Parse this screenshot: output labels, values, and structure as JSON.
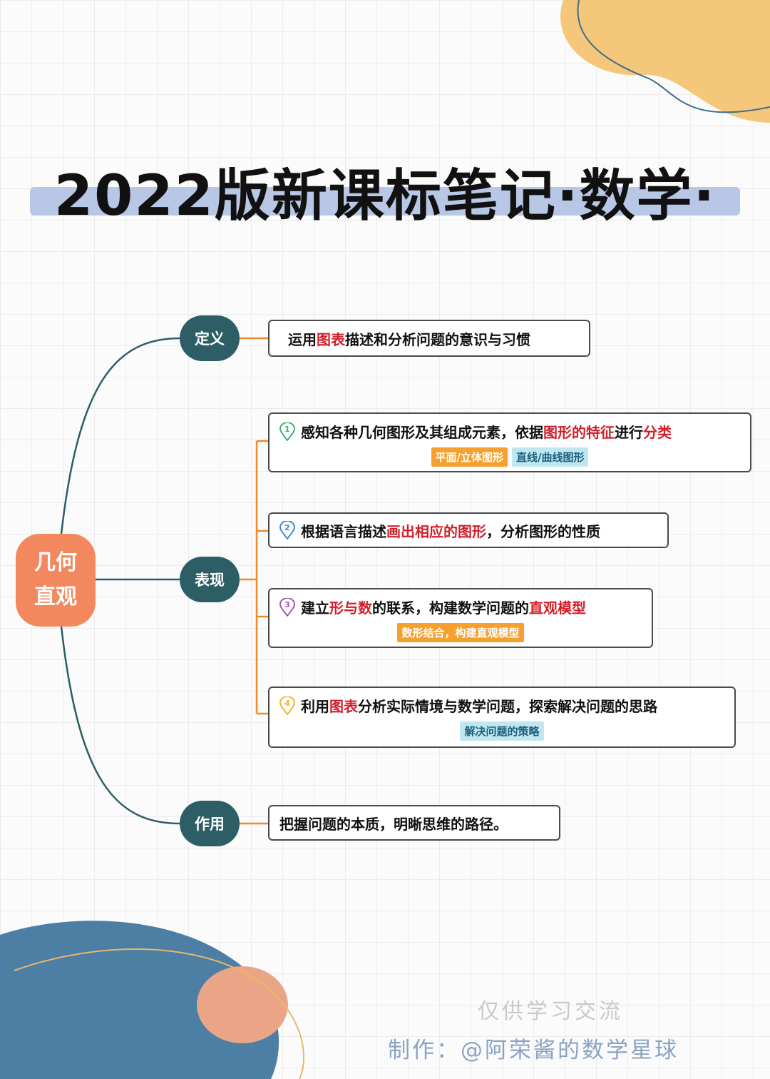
{
  "title": "2022版新课标笔记·数学·",
  "root": {
    "line1": "几何",
    "line2": "直观"
  },
  "branches": [
    {
      "label": "定义"
    },
    {
      "label": "表现"
    },
    {
      "label": "作用"
    }
  ],
  "definition": [
    {
      "t": "运用",
      "hl": false
    },
    {
      "t": "图表",
      "hl": true
    },
    {
      "t": "描述和分析问题的意识与习惯",
      "hl": false
    }
  ],
  "performance": [
    {
      "num": "1",
      "color": "#3cb371",
      "segments": [
        {
          "t": "感知各种几何图形及其组成元素，依据",
          "hl": false
        },
        {
          "t": "图形的特征",
          "hl": true
        },
        {
          "t": "进行",
          "hl": false
        },
        {
          "t": "分类",
          "hl": true
        }
      ],
      "tags": [
        {
          "t": "平面/立体图形",
          "style": "orange"
        },
        {
          "t": "直线/曲线图形",
          "style": "blue"
        }
      ]
    },
    {
      "num": "2",
      "color": "#3a8ad6",
      "segments": [
        {
          "t": "根据语言描述",
          "hl": false
        },
        {
          "t": "画出相应的图形",
          "hl": true
        },
        {
          "t": "，分析图形的性质",
          "hl": false
        }
      ],
      "tags": []
    },
    {
      "num": "3",
      "color": "#9b59b6",
      "segments": [
        {
          "t": "建立",
          "hl": false
        },
        {
          "t": "形与数",
          "hl": true
        },
        {
          "t": "的联系，构建数学问题的",
          "hl": false
        },
        {
          "t": "直观模型",
          "hl": true
        }
      ],
      "tags": [
        {
          "t": "数形结合，构建直观模型",
          "style": "orange"
        }
      ]
    },
    {
      "num": "4",
      "color": "#f0b429",
      "segments": [
        {
          "t": "利用",
          "hl": false
        },
        {
          "t": "图表",
          "hl": true
        },
        {
          "t": "分析实际情境与数学问题，探索解决问题的思路",
          "hl": false
        }
      ],
      "tags": [
        {
          "t": "解决问题的策略",
          "style": "blue"
        }
      ]
    }
  ],
  "function_text": "把握问题的本质，明晰思维的路径。",
  "footer": {
    "line1": "仅供学习交流",
    "line2": "制作：@阿荣酱的数学星球"
  },
  "colors": {
    "root": "#f3885f",
    "branch": "#2d5e66",
    "connector": "#f08a2a",
    "highlight": "#d21f2a"
  }
}
